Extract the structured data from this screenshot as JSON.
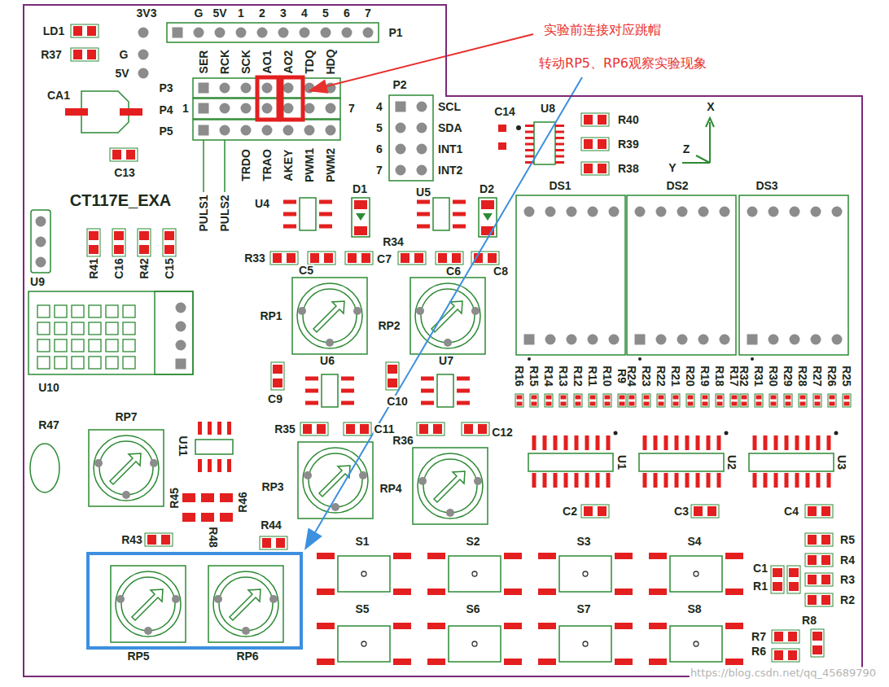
{
  "diagram": {
    "nodes": [
      {
        "text": [
          "CT117E_EXA"
        ]
      }
    ],
    "labels": [
      "3V3",
      "G",
      "5V",
      "1",
      "2",
      "3",
      "4",
      "5",
      "6",
      "7",
      "P1",
      "LD1",
      "R37",
      "G",
      "5V",
      "CA1",
      "C13",
      "SER",
      "RCK",
      "SCK",
      "AO1",
      "AO2",
      "TDQ",
      "HDQ",
      "P3",
      "P4",
      "P5",
      "1",
      "7",
      "TRDO",
      "TRAO",
      "AKEY",
      "PWM1",
      "PWM2",
      "PULS1",
      "PULS2",
      "P2",
      "4",
      "5",
      "6",
      "7",
      "SCL",
      "SDA",
      "INT1",
      "INT2",
      "C14",
      "U8",
      "R40",
      "R39",
      "R38",
      "X",
      "Z",
      "Y",
      "DS1",
      "DS2",
      "DS3",
      "U9",
      "R41",
      "C16",
      "R42",
      "C15",
      "U10",
      "U4",
      "D1",
      "U5",
      "D2",
      "R33",
      "C5",
      "R34",
      "C7",
      "C6",
      "C8",
      "RP1",
      "RP2",
      "C9",
      "U6",
      "U7",
      "C10",
      "R16",
      "R15",
      "R14",
      "R13",
      "R12",
      "R11",
      "R10",
      "R9",
      "R24",
      "R23",
      "R22",
      "R21",
      "R20",
      "R19",
      "R18",
      "R17",
      "R32",
      "R31",
      "R30",
      "R29",
      "R28",
      "R27",
      "R26",
      "R25",
      "R35",
      "C11",
      "R36",
      "C12",
      "RP7",
      "U11",
      "R47",
      "R45",
      "R46",
      "RP3",
      "RP4",
      "U1",
      "U2",
      "U3",
      "C2",
      "C3",
      "C4",
      "R43",
      "R48",
      "R44",
      "S1",
      "S2",
      "S3",
      "S4",
      "S5",
      "S6",
      "S7",
      "S8",
      "R5",
      "R4",
      "R3",
      "R2",
      "C1",
      "R1",
      "R8",
      "R7",
      "R6",
      "RP5",
      "RP6",
      "实验前连接对应跳帽",
      "转动RP5、RP6观察实验现象",
      "https://blog.csdn.net/qq_45689790"
    ]
  }
}
